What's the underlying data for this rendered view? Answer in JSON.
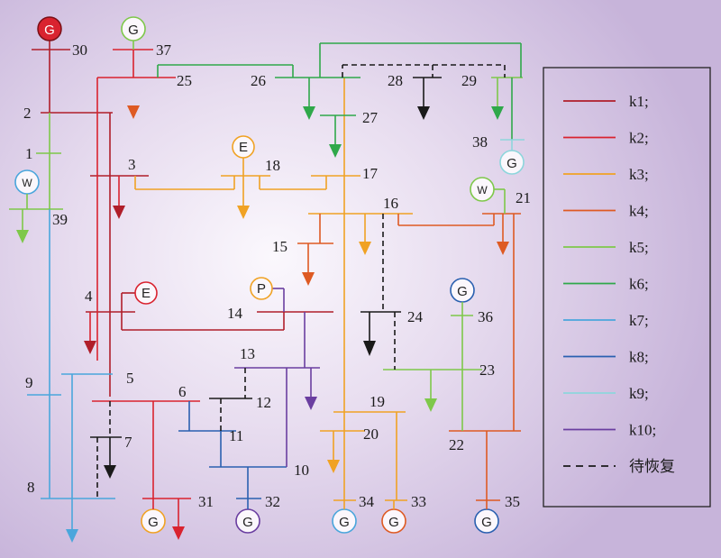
{
  "legend": {
    "items": [
      {
        "label": "k1;",
        "color": "#b01e2a",
        "dashed": false
      },
      {
        "label": "k2;",
        "color": "#d9232f",
        "dashed": false
      },
      {
        "label": "k3;",
        "color": "#f0a224",
        "dashed": false
      },
      {
        "label": "k4;",
        "color": "#de5a23",
        "dashed": false
      },
      {
        "label": "k5;",
        "color": "#7ec84a",
        "dashed": false
      },
      {
        "label": "k6;",
        "color": "#2fa84a",
        "dashed": false
      },
      {
        "label": "k7;",
        "color": "#4aa6dc",
        "dashed": false
      },
      {
        "label": "k8;",
        "color": "#2a60b0",
        "dashed": false
      },
      {
        "label": "k9;",
        "color": "#8dd6dc",
        "dashed": false
      },
      {
        "label": "k10;",
        "color": "#6a3ea0",
        "dashed": false
      },
      {
        "label": "待恢复",
        "color": "#1a1a1a",
        "dashed": true
      }
    ]
  },
  "buses": [
    "1",
    "2",
    "3",
    "4",
    "5",
    "6",
    "7",
    "8",
    "9",
    "10",
    "11",
    "12",
    "13",
    "14",
    "15",
    "16",
    "17",
    "18",
    "19",
    "20",
    "21",
    "22",
    "23",
    "24",
    "25",
    "26",
    "27",
    "28",
    "29",
    "30",
    "31",
    "32",
    "33",
    "34",
    "35",
    "36",
    "37",
    "38",
    "39"
  ],
  "sources": [
    {
      "letter": "G",
      "bus": "30"
    },
    {
      "letter": "G",
      "bus": "37"
    },
    {
      "letter": "W",
      "bus": "39"
    },
    {
      "letter": "E",
      "bus": "18"
    },
    {
      "letter": "E",
      "bus": "4"
    },
    {
      "letter": "P",
      "bus": "14"
    },
    {
      "letter": "W",
      "bus": "21"
    },
    {
      "letter": "G",
      "bus": "38"
    },
    {
      "letter": "G",
      "bus": "36"
    },
    {
      "letter": "G",
      "bus": "31"
    },
    {
      "letter": "G",
      "bus": "32"
    },
    {
      "letter": "G",
      "bus": "34"
    },
    {
      "letter": "G",
      "bus": "33"
    },
    {
      "letter": "G",
      "bus": "35"
    }
  ]
}
